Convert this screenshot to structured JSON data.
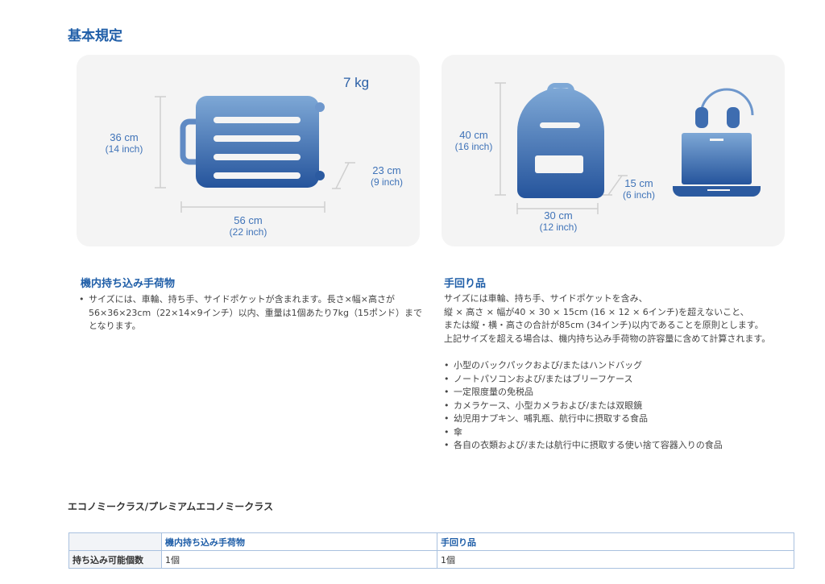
{
  "title": "基本規定",
  "carry_on_card": {
    "weight": "7 kg",
    "height_cm": "36 cm",
    "height_in": "(14 inch)",
    "width_cm": "56 cm",
    "width_in": "(22 inch)",
    "depth_cm": "23 cm",
    "depth_in": "(9 inch)"
  },
  "personal_card": {
    "height_cm": "40 cm",
    "height_in": "(16 inch)",
    "width_cm": "30 cm",
    "width_in": "(12 inch)",
    "depth_cm": "15 cm",
    "depth_in": "(6 inch)"
  },
  "carry_on": {
    "heading": "機内持ち込み手荷物",
    "items": [
      "サイズには、車輪、持ち手、サイドポケットが含まれます。長さ×幅×高さが56×36×23cm（22×14×9インチ）以内、重量は1個あたり7kg（15ポンド）までとなります。"
    ]
  },
  "personal": {
    "heading": "手回り品",
    "paragraphs": [
      "サイズには車輪、持ち手、サイドポケットを含み、",
      "縦 × 高さ × 幅が40 × 30 × 15cm (16 × 12 × 6インチ)を超えないこと、",
      "または縦・横・高さの合計が85cm (34インチ)以内であることを原則とします。",
      "上記サイズを超える場合は、機内持ち込み手荷物の許容量に含めて計算されます。"
    ],
    "items": [
      "小型のバックパックおよび/またはハンドバッグ",
      "ノートパソコンおよび/またはブリーフケース",
      "一定限度量の免税品",
      "カメラケース、小型カメラおよび/または双眼鏡",
      "幼児用ナプキン、哺乳瓶、航行中に摂取する食品",
      "傘",
      "各自の衣類および/または航行中に摂取する使い捨て容器入りの食品"
    ]
  },
  "class_heading": "エコノミークラス/プレミアムエコノミークラス",
  "table": {
    "headers": [
      "",
      "機内持ち込み手荷物",
      "手回り品"
    ],
    "rows": [
      [
        "持ち込み可能個数",
        "1個",
        "1個"
      ]
    ]
  }
}
